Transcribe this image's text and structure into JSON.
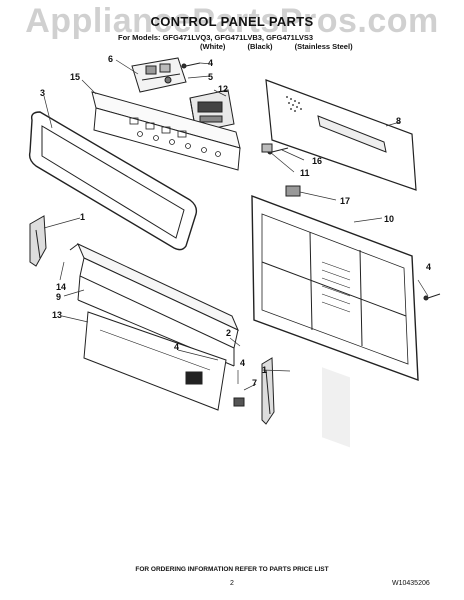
{
  "watermark": "AppliancePartsPros.com",
  "title": "CONTROL PANEL PARTS",
  "models": "For Models: GFG471LVQ3, GFG471LVB3, GFG471LVS3",
  "variants": [
    "(White)",
    "(Black)",
    "(Stainless Steel)"
  ],
  "footer": "FOR ORDERING INFORMATION REFER TO PARTS PRICE LIST",
  "page_number": "2",
  "doc_number": "W10435206",
  "callouts": [
    "1",
    "1",
    "2",
    "3",
    "4",
    "4",
    "4",
    "4",
    "5",
    "6",
    "7",
    "8",
    "9",
    "10",
    "11",
    "12",
    "13",
    "14",
    "15",
    "16",
    "17"
  ]
}
